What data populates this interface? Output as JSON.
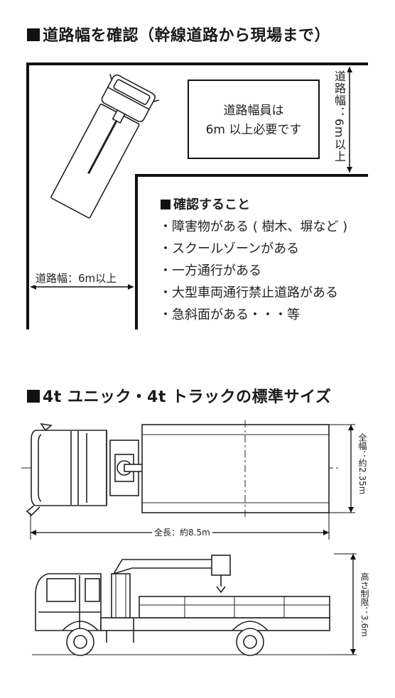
{
  "section1": {
    "title": "道路幅を確認（幹線道路から現場まで）",
    "box_line1": "道路幅員は",
    "box_line2": "6m 以上必要です",
    "road_width_left": "道路幅：6m以上",
    "road_width_right": "道路幅：6m以上",
    "check_title": "確認すること",
    "check_items": [
      "・障害物がある ( 樹木、塀など )",
      "・スクールゾーンがある",
      "・一方通行がある",
      "・大型車両通行禁止道路がある",
      "・急斜面がある・・・等"
    ]
  },
  "section2": {
    "title": "4t ユニック・4t トラックの標準サイズ",
    "width_label": "全幅：約2.35m",
    "length_label": "全長：約8.5m",
    "height_label": "高さ制限：3.6m"
  }
}
